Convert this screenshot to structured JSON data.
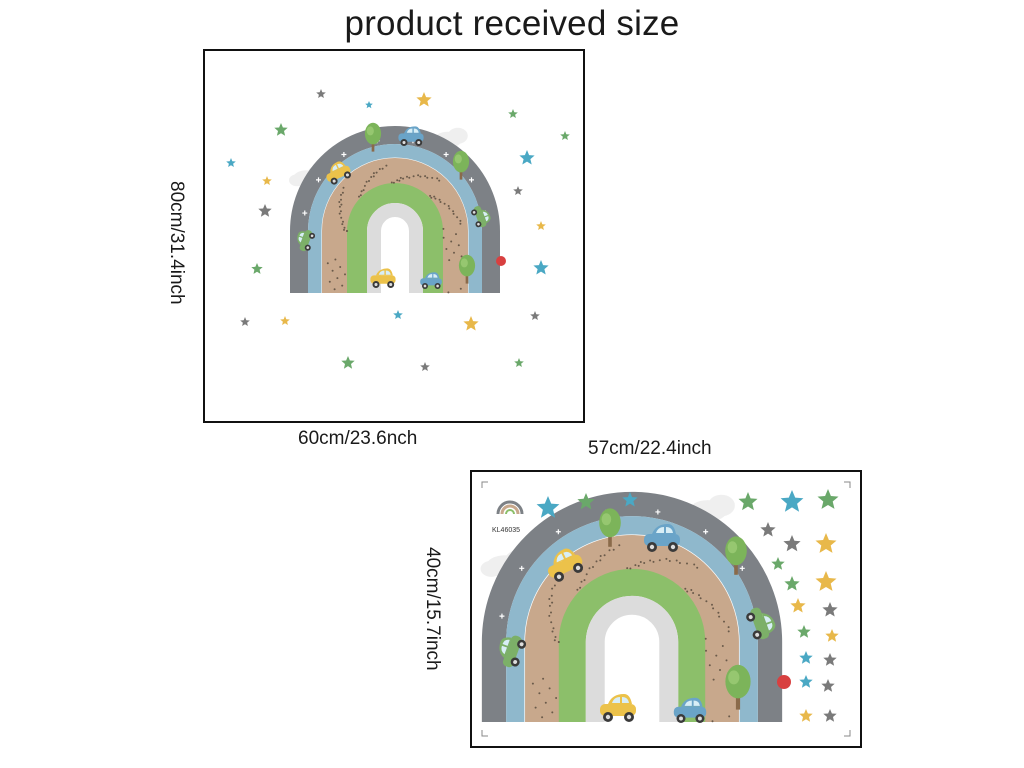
{
  "heading": "product received size",
  "panel_large": {
    "width_label": "60cm/23.6nch",
    "height_label": "80cm/31.4inch"
  },
  "panel_small": {
    "width_label": "57cm/22.4inch",
    "height_label": "40cm/15.7inch",
    "product_code": "KL46035"
  },
  "colors": {
    "road_grey": "#7d8186",
    "road_blue": "#8fb8cc",
    "band_brown": "#c8a88c",
    "band_green": "#8cbf6a",
    "band_light": "#dcdcdc",
    "star_blue": "#4aa8c4",
    "star_green": "#6aa86a",
    "star_yellow": "#e8b84a",
    "star_grey": "#7a7a7a",
    "car_yellow": "#ecc24a",
    "car_blue": "#6aa4c8",
    "car_green": "#7cb068"
  }
}
